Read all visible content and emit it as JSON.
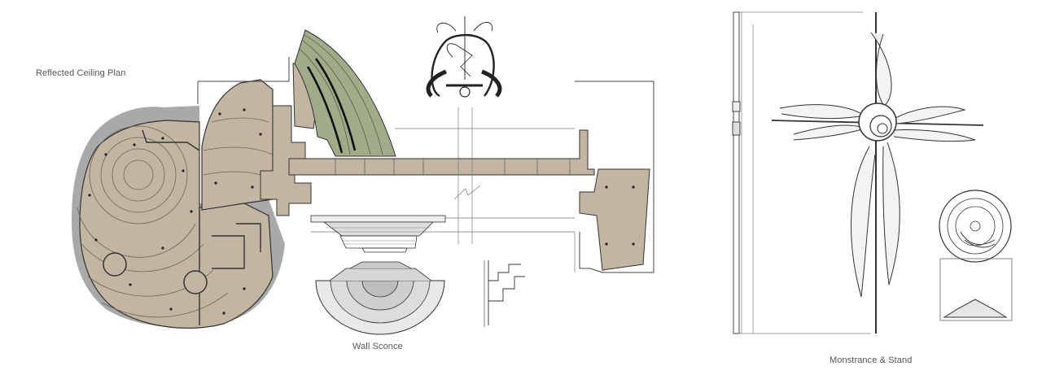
{
  "labels": {
    "reflected_ceiling_plan": "Reflected Ceiling Plan",
    "wall_sconce": "Wall Sconce",
    "monstrance_stand": "Monstrance & Stand"
  },
  "colors": {
    "background": "#ffffff",
    "ceiling_fill": "#c2b6a3",
    "shadow_fill": "#a9a9a9",
    "accent_green": "#a1ab88",
    "linework": "#333333",
    "label_text": "#555555"
  },
  "icons": [
    "ceiling-plan-drawing",
    "sconce-elevation-drawing",
    "floral-emblem-drawing",
    "monstrance-drawing",
    "stand-drawing"
  ]
}
